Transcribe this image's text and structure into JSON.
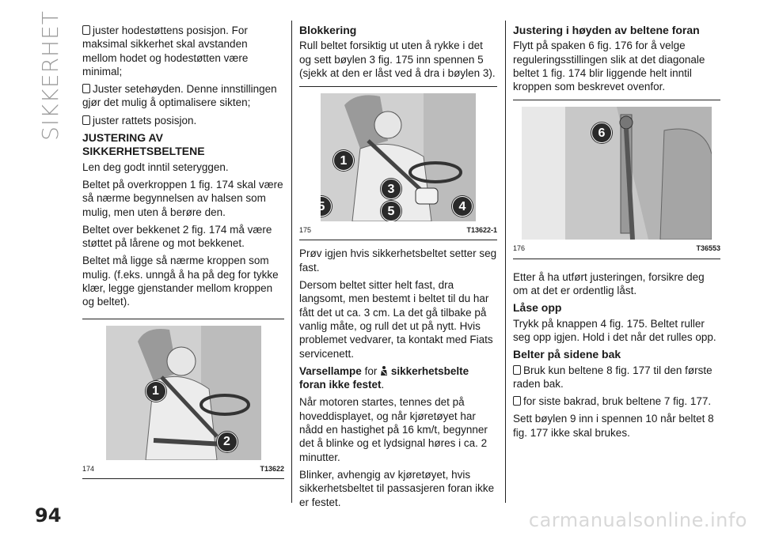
{
  "side_title": "SIKKERHET",
  "page_number": "94",
  "watermark": "carmanualsonline.info",
  "col_a": {
    "b1": "juster hodestøttens posisjon. For maksimal sikkerhet skal avstanden mellom hodet og hodestøtten være minimal;",
    "b2": "Juster setehøyden. Denne innstillingen gjør det mulig å optimalisere sikten;",
    "b3": "juster rattets posisjon.",
    "heading": "JUSTERING AV SIKKERHETSBELTENE",
    "p1": "Len deg godt inntil seteryggen.",
    "p2": "Beltet på overkroppen 1 fig. 174 skal være så nærme begynnelsen av halsen som mulig, men uten å berøre den.",
    "p3": "Beltet over bekkenet 2 fig. 174 må være støttet på lårene og mot bekkenet.",
    "p4": "Beltet må ligge så nærme kroppen som mulig. (f.eks. unngå å ha på deg for tykke klær, legge gjenstander mellom kroppen og beltet).",
    "fig": {
      "num": "174",
      "code": "T13622",
      "labels": [
        "1",
        "2"
      ]
    }
  },
  "col_b": {
    "heading": "Blokkering",
    "p1": "Rull beltet forsiktig ut uten å rykke i det og sett bøylen 3 fig. 175 inn spennen 5 (sjekk at den er låst ved å dra i bøylen 3).",
    "fig": {
      "num": "175",
      "code": "T13622-1",
      "labels": [
        "1",
        "3",
        "5",
        "5",
        "4"
      ]
    },
    "p2": "Prøv igjen hvis sikkerhetsbeltet setter seg fast.",
    "p3": "Dersom beltet sitter helt fast, dra langsomt, men bestemt i beltet til du har fått det ut ca. 3 cm. La det gå tilbake på vanlig måte, og rull det ut på nytt. Hvis problemet vedvarer, ta kontakt med Fiats servicenett.",
    "warn_a": "Varsellampe",
    "warn_b": "for",
    "warn_c": "sikkerhetsbelte foran ikke festet",
    "warn_d": ".",
    "p4": "Når motoren startes, tennes det på hoveddisplayet, og når kjøretøyet har nådd en hastighet på 16 km/t, begynner det å blinke og et lydsignal høres i ca. 2 minutter.",
    "p5": "Blinker, avhengig av kjøretøyet, hvis sikkerhetsbeltet til passasjeren foran ikke er festet."
  },
  "col_c": {
    "heading": "Justering i høyden av beltene foran",
    "p1": "Flytt på spaken 6 fig. 176 for å velge reguleringsstillingen slik at det diagonale beltet 1 fig. 174 blir liggende helt inntil kroppen som beskrevet ovenfor.",
    "fig": {
      "num": "176",
      "code": "T36553",
      "labels": [
        "6"
      ]
    },
    "p2": "Etter å ha utført justeringen, forsikre deg om at det er ordentlig låst.",
    "heading2": "Låse opp",
    "p3": "Trykk på knappen 4 fig. 175. Beltet ruller seg opp igjen. Hold i det når det rulles opp.",
    "heading3": "Belter på sidene bak",
    "b1": "Bruk kun beltene 8 fig. 177 til den første raden bak.",
    "b2": "for siste bakrad, bruk beltene 7 fig. 177.",
    "p4": "Sett bøylen 9 inn i spennen 10 når beltet 8 fig. 177 ikke skal brukes."
  }
}
